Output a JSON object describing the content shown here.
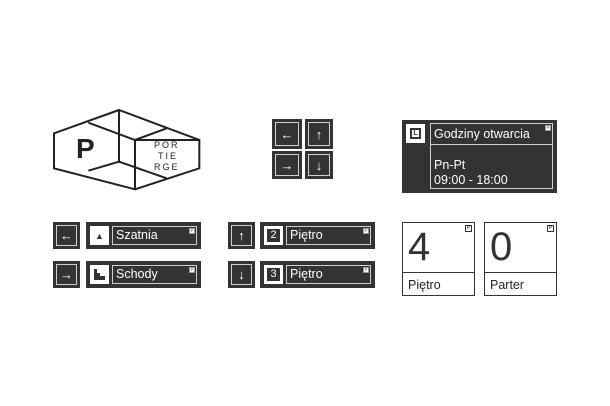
{
  "logo": {
    "letter": "P",
    "wordmark": [
      "POR",
      "TIE",
      "RGE"
    ]
  },
  "hours_sign": {
    "title": "Godziny otwarcia",
    "days": "Pn-Pt",
    "hours": "09:00 - 18:00",
    "mark": "P"
  },
  "direction_signs": [
    {
      "arrow": "←",
      "icon": "jacket-icon",
      "label": "Szatnia",
      "mark": "P"
    },
    {
      "arrow": "→",
      "icon": "stairs-icon",
      "label": "Schody",
      "mark": "P"
    },
    {
      "arrow": "↑",
      "icon": "2",
      "label": "Piętro",
      "mark": "P"
    },
    {
      "arrow": "↓",
      "icon": "3",
      "label": "Piętro",
      "mark": "P"
    }
  ],
  "arrow_tiles": [
    "←",
    "↑",
    "→",
    "↓"
  ],
  "floor_cards": [
    {
      "number": "4",
      "label": "Piętro",
      "mark": "P"
    },
    {
      "number": "0",
      "label": "Parter",
      "mark": "P"
    }
  ],
  "colors": {
    "dark": "#333333",
    "line": "#cfcfcf"
  }
}
